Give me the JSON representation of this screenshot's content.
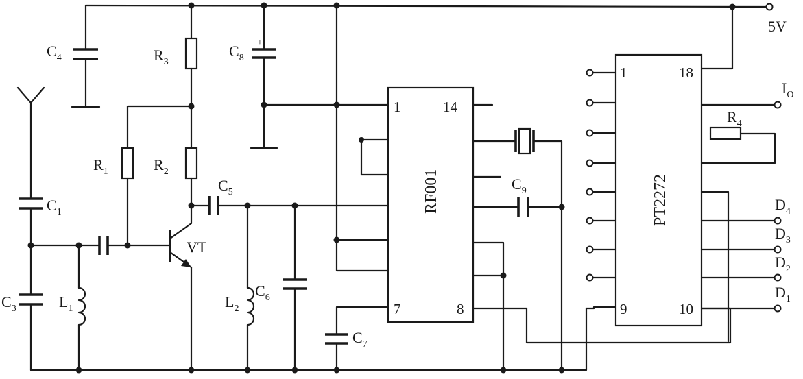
{
  "supply": {
    "label": "5V"
  },
  "output": {
    "label": "I",
    "sub": "O"
  },
  "components": {
    "C1": {
      "letter": "C",
      "sub": "1"
    },
    "C3": {
      "letter": "C",
      "sub": "3"
    },
    "C4": {
      "letter": "C",
      "sub": "4"
    },
    "C5": {
      "letter": "C",
      "sub": "5"
    },
    "C6": {
      "letter": "C",
      "sub": "6"
    },
    "C7": {
      "letter": "C",
      "sub": "7"
    },
    "C8": {
      "letter": "C",
      "sub": "8",
      "polarity": "+"
    },
    "C9": {
      "letter": "C",
      "sub": "9"
    },
    "R1": {
      "letter": "R",
      "sub": "1"
    },
    "R2": {
      "letter": "R",
      "sub": "2"
    },
    "R3": {
      "letter": "R",
      "sub": "3"
    },
    "R4": {
      "letter": "R",
      "sub": "4"
    },
    "L1": {
      "letter": "L",
      "sub": "1"
    },
    "L2": {
      "letter": "L",
      "sub": "2"
    },
    "VT": {
      "label": "VT"
    }
  },
  "rf001": {
    "name": "RF001",
    "pins": {
      "p1": "1",
      "p14": "14",
      "p7": "7",
      "p8": "8"
    }
  },
  "pt2272": {
    "name": "PT2272",
    "pins": {
      "p1": "1",
      "p18": "18",
      "p9": "9",
      "p10": "10"
    }
  },
  "data_outputs": {
    "D4": {
      "letter": "D",
      "sub": "4"
    },
    "D3": {
      "letter": "D",
      "sub": "3"
    },
    "D2": {
      "letter": "D",
      "sub": "2"
    },
    "D1": {
      "letter": "D",
      "sub": "1"
    }
  }
}
